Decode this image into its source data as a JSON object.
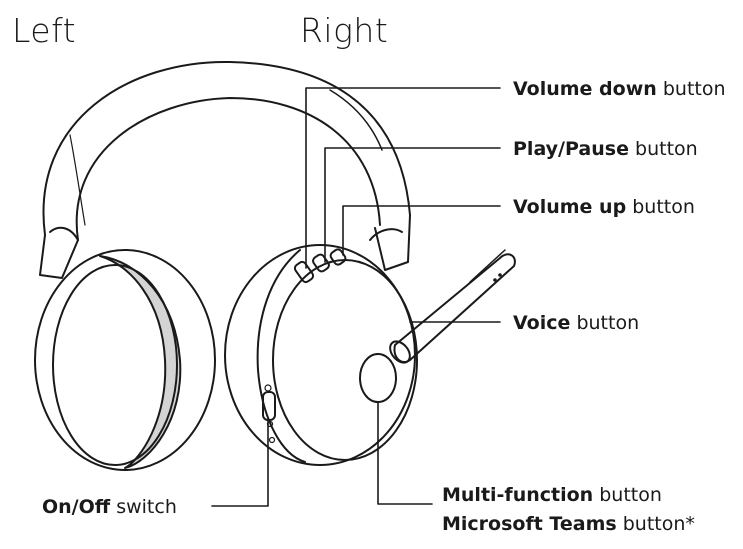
{
  "headings": {
    "left": "Left",
    "right": "Right"
  },
  "callouts": {
    "volume_down": {
      "name": "Volume down",
      "kind": "button"
    },
    "play_pause": {
      "name": "Play/Pause",
      "kind": "button"
    },
    "volume_up": {
      "name": "Volume up",
      "kind": "button"
    },
    "voice": {
      "name": "Voice",
      "kind": "button"
    },
    "multi_function": {
      "name": "Multi-function",
      "kind": "button"
    },
    "teams": {
      "name": "Microsoft Teams",
      "kind": "button*"
    },
    "on_off": {
      "name": "On/Off",
      "kind": "switch"
    }
  },
  "colors": {
    "line": "#1a1a1a",
    "cushion_band": "#d4d4d4",
    "background": "#ffffff"
  }
}
